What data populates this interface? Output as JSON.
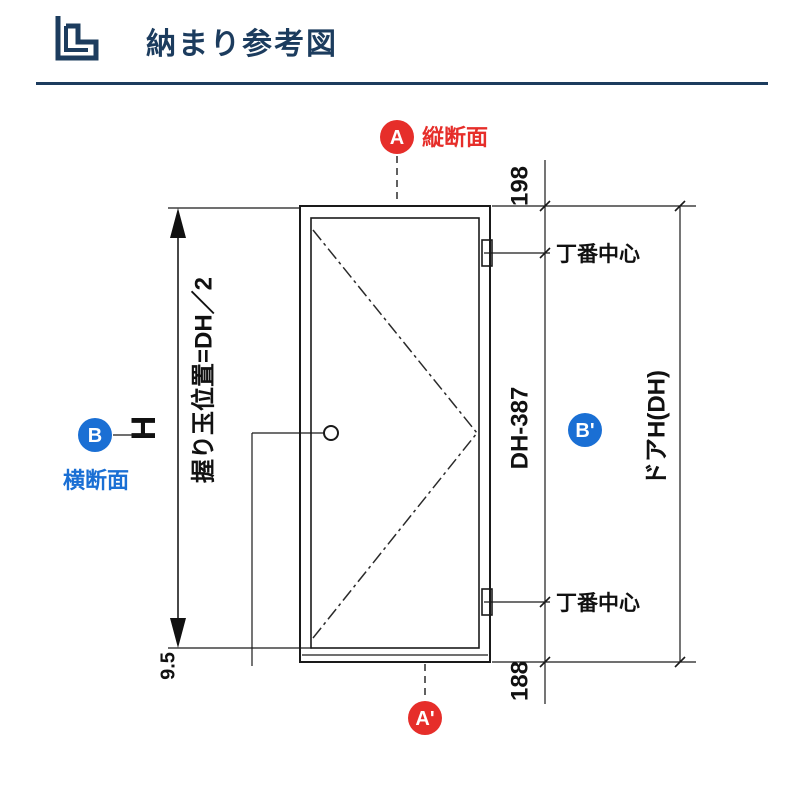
{
  "header": {
    "title": "納まり参考図",
    "icon": "corner-profile-icon",
    "accent_color": "#1c3c5e"
  },
  "sections": {
    "a_label": "A",
    "a_prime_label": "A'",
    "b_label": "B",
    "b_prime_label": "B'",
    "vertical_section_label": "縦断面",
    "horizontal_section_label": "横断面",
    "marker_red": "#e62e2a",
    "marker_blue": "#1a6fd4"
  },
  "dimensions": {
    "door_height": "H",
    "knob_position": "握り玉位置=DH／2",
    "bottom_offset": "9.5",
    "top_hinge_offset": "198",
    "hinge_span": "DH-387",
    "bottom_hinge_offset": "188",
    "door_total_height": "ドアH(DH)",
    "hinge_center_top": "丁番中心",
    "hinge_center_bottom": "丁番中心"
  }
}
